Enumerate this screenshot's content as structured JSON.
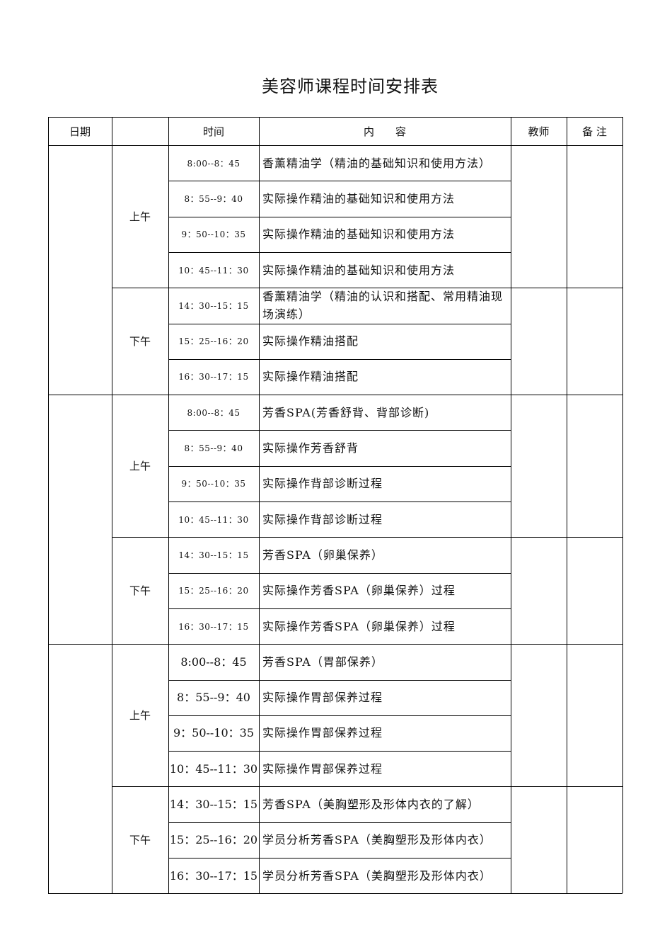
{
  "title": "美容师课程时间安排表",
  "header": {
    "date": "日期",
    "period": "",
    "time": "时间",
    "content": "内　　容",
    "teacher": "教师",
    "note": "备 注"
  },
  "days": [
    {
      "date": "",
      "periods": [
        {
          "label": "上午",
          "rows": [
            {
              "time": "8:00--8：45",
              "content": "香薰精油学（精油的基础知识和使用方法）"
            },
            {
              "time": "8：55--9：40",
              "content": "实际操作精油的基础知识和使用方法"
            },
            {
              "time": "9：50--10：35",
              "content": "实际操作精油的基础知识和使用方法"
            },
            {
              "time": "10：45--11：30",
              "content": "实际操作精油的基础知识和使用方法"
            }
          ]
        },
        {
          "label": "下午",
          "rows": [
            {
              "time": "14：30--15：15",
              "content": "香薰精油学（精油的认识和搭配、常用精油现场演练）"
            },
            {
              "time": "15：25--16：20",
              "content": "实际操作精油搭配"
            },
            {
              "time": "16：30--17：15",
              "content": "实际操作精油搭配"
            }
          ]
        }
      ]
    },
    {
      "date": "",
      "periods": [
        {
          "label": "上午",
          "rows": [
            {
              "time": "8:00--8：45",
              "content": "芳香SPA(芳香舒背、背部诊断)"
            },
            {
              "time": "8：55--9：40",
              "content": "实际操作芳香舒背"
            },
            {
              "time": "9：50--10：35",
              "content": "实际操作背部诊断过程"
            },
            {
              "time": "10：45--11：30",
              "content": "实际操作背部诊断过程"
            }
          ]
        },
        {
          "label": "下午",
          "rows": [
            {
              "time": "14：30--15：15",
              "content": "芳香SPA（卵巢保养）"
            },
            {
              "time": "15：25--16：20",
              "content": "实际操作芳香SPA（卵巢保养）过程"
            },
            {
              "time": "16：30--17：15",
              "content": "实际操作芳香SPA（卵巢保养）过程"
            }
          ]
        }
      ]
    },
    {
      "date": "",
      "periods": [
        {
          "label": "上午",
          "rows": [
            {
              "time": "8:00--8：45",
              "content": "芳香SPA（胃部保养）"
            },
            {
              "time": "8：55--9：40",
              "content": "实际操作胃部保养过程"
            },
            {
              "time": "9：50--10：35",
              "content": "实际操作胃部保养过程"
            },
            {
              "time": "10：45--11：30",
              "content": "实际操作胃部保养过程"
            }
          ]
        },
        {
          "label": "下午",
          "rows": [
            {
              "time": "14：30--15：15",
              "content": "芳香SPA（美胸塑形及形体内衣的了解）"
            },
            {
              "time": "15：25--16：20",
              "content": "学员分析芳香SPA（美胸塑形及形体内衣）"
            },
            {
              "time": "16：30--17：15",
              "content": "学员分析芳香SPA（美胸塑形及形体内衣）"
            }
          ]
        }
      ]
    }
  ]
}
